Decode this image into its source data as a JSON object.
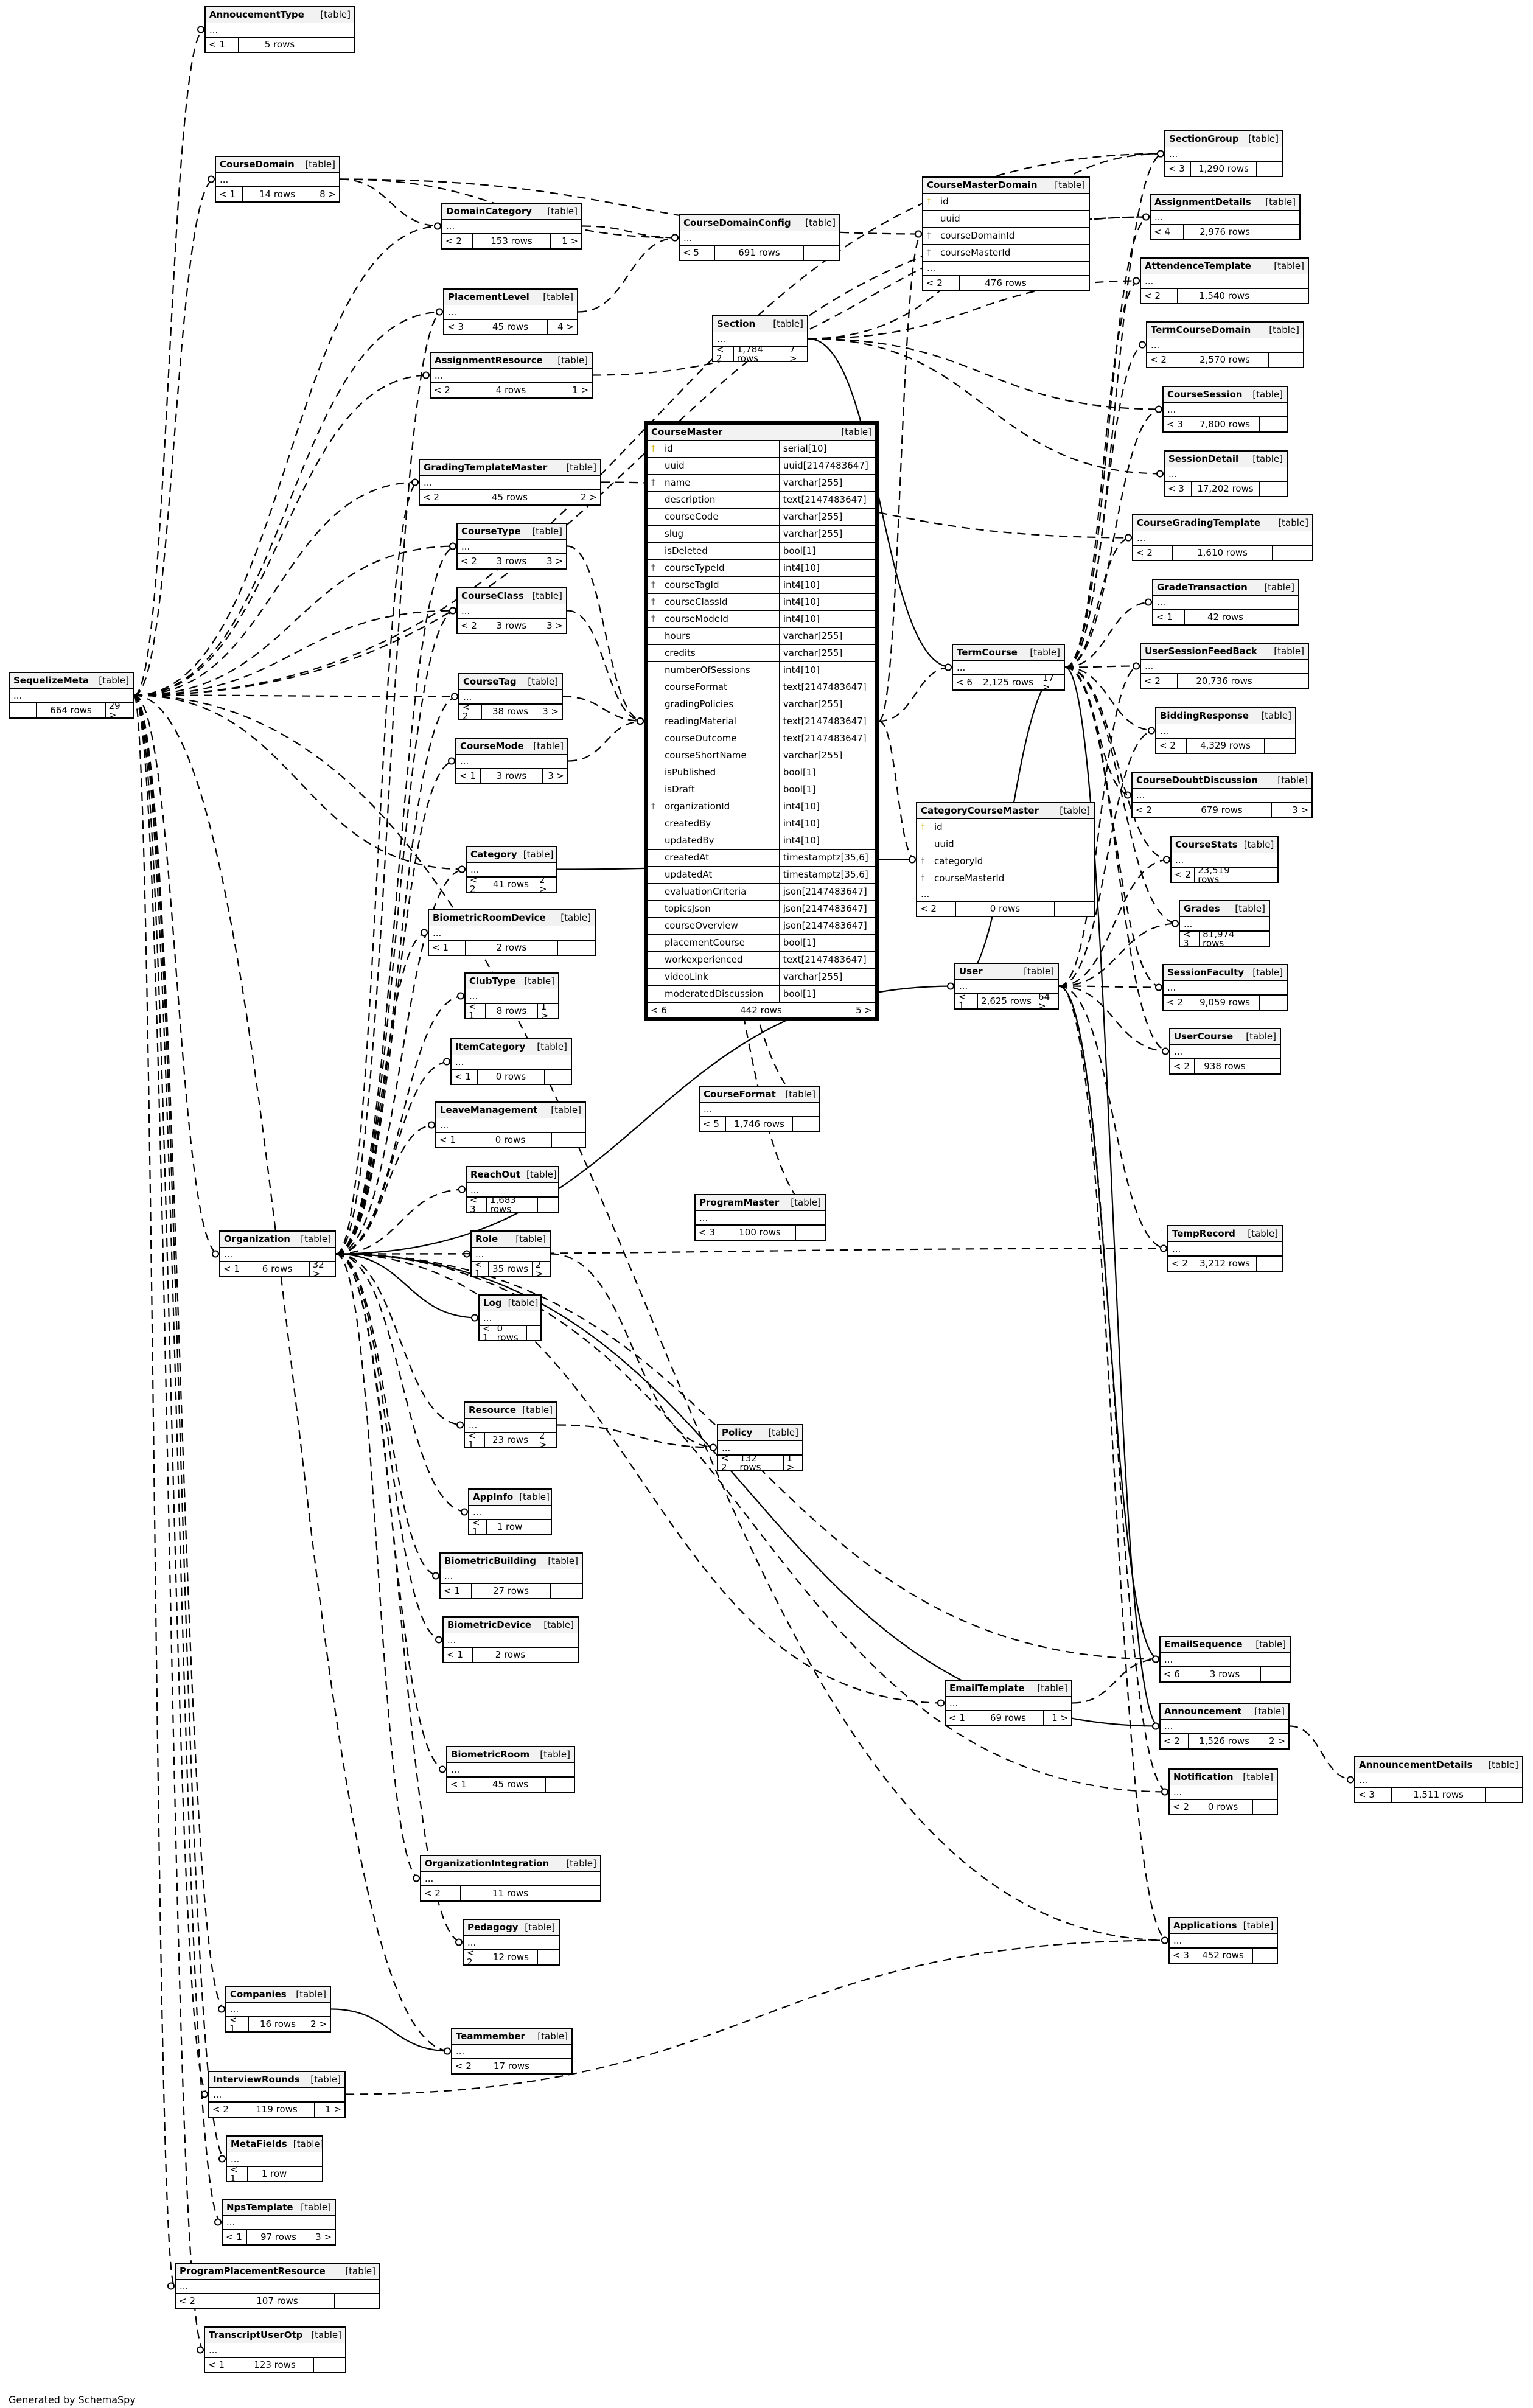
{
  "footer": "Generated by SchemaSpy",
  "table_tag": "[table]",
  "ellipsis": "...",
  "tables": [
    {
      "id": "AnnoucementType",
      "name": "AnnoucementType",
      "parents": "< 1",
      "rows": "5 rows",
      "children": ""
    },
    {
      "id": "CourseDomain",
      "name": "CourseDomain",
      "parents": "< 1",
      "rows": "14 rows",
      "children": "8 >"
    },
    {
      "id": "DomainCategory",
      "name": "DomainCategory",
      "parents": "< 2",
      "rows": "153 rows",
      "children": "1 >"
    },
    {
      "id": "CourseDomainConfig",
      "name": "CourseDomainConfig",
      "parents": "< 5",
      "rows": "691 rows",
      "children": ""
    },
    {
      "id": "PlacementLevel",
      "name": "PlacementLevel",
      "parents": "< 3",
      "rows": "45 rows",
      "children": "4 >"
    },
    {
      "id": "AssignmentResource",
      "name": "AssignmentResource",
      "parents": "< 2",
      "rows": "4 rows",
      "children": "1 >"
    },
    {
      "id": "Section",
      "name": "Section",
      "parents": "< 2",
      "rows": "1,784 rows",
      "children": "7 >"
    },
    {
      "id": "GradingTemplateMaster",
      "name": "GradingTemplateMaster",
      "parents": "< 2",
      "rows": "45 rows",
      "children": "2 >"
    },
    {
      "id": "CourseType",
      "name": "CourseType",
      "parents": "< 2",
      "rows": "3 rows",
      "children": "3 >"
    },
    {
      "id": "CourseClass",
      "name": "CourseClass",
      "parents": "< 2",
      "rows": "3 rows",
      "children": "3 >"
    },
    {
      "id": "CourseTag",
      "name": "CourseTag",
      "parents": "< 2",
      "rows": "38 rows",
      "children": "3 >"
    },
    {
      "id": "CourseMode",
      "name": "CourseMode",
      "parents": "< 1",
      "rows": "3 rows",
      "children": "3 >"
    },
    {
      "id": "Category",
      "name": "Category",
      "parents": "< 2",
      "rows": "41 rows",
      "children": "2 >"
    },
    {
      "id": "BiometricRoomDevice",
      "name": "BiometricRoomDevice",
      "parents": "< 1",
      "rows": "2 rows",
      "children": ""
    },
    {
      "id": "ClubType",
      "name": "ClubType",
      "parents": "< 1",
      "rows": "8 rows",
      "children": "1 >"
    },
    {
      "id": "ItemCategory",
      "name": "ItemCategory",
      "parents": "< 1",
      "rows": "0 rows",
      "children": ""
    },
    {
      "id": "LeaveManagement",
      "name": "LeaveManagement",
      "parents": "< 1",
      "rows": "0 rows",
      "children": ""
    },
    {
      "id": "ReachOut",
      "name": "ReachOut",
      "parents": "< 3",
      "rows": "1,683 rows",
      "children": ""
    },
    {
      "id": "Role",
      "name": "Role",
      "parents": "< 1",
      "rows": "35 rows",
      "children": "2 >"
    },
    {
      "id": "Log",
      "name": "Log",
      "parents": "< 1",
      "rows": "0 rows",
      "children": ""
    },
    {
      "id": "Organization",
      "name": "Organization",
      "parents": "< 1",
      "rows": "6 rows",
      "children": "32 >"
    },
    {
      "id": "SequelizeMeta",
      "name": "SequelizeMeta",
      "parents": "",
      "rows": "664 rows",
      "children": "29 >"
    },
    {
      "id": "Resource",
      "name": "Resource",
      "parents": "< 1",
      "rows": "23 rows",
      "children": "2 >"
    },
    {
      "id": "Policy",
      "name": "Policy",
      "parents": "< 2",
      "rows": "132 rows",
      "children": "1 >"
    },
    {
      "id": "AppInfo",
      "name": "AppInfo",
      "parents": "< 1",
      "rows": "1 row",
      "children": ""
    },
    {
      "id": "BiometricBuilding",
      "name": "BiometricBuilding",
      "parents": "< 1",
      "rows": "27 rows",
      "children": ""
    },
    {
      "id": "BiometricDevice",
      "name": "BiometricDevice",
      "parents": "< 1",
      "rows": "2 rows",
      "children": ""
    },
    {
      "id": "BiometricRoom",
      "name": "BiometricRoom",
      "parents": "< 1",
      "rows": "45 rows",
      "children": ""
    },
    {
      "id": "OrganizationIntegration",
      "name": "OrganizationIntegration",
      "parents": "< 2",
      "rows": "11 rows",
      "children": ""
    },
    {
      "id": "Pedagogy",
      "name": "Pedagogy",
      "parents": "< 2",
      "rows": "12 rows",
      "children": ""
    },
    {
      "id": "Companies",
      "name": "Companies",
      "parents": "< 1",
      "rows": "16 rows",
      "children": "2 >"
    },
    {
      "id": "Teammember",
      "name": "Teammember",
      "parents": "< 2",
      "rows": "17 rows",
      "children": ""
    },
    {
      "id": "InterviewRounds",
      "name": "InterviewRounds",
      "parents": "< 2",
      "rows": "119 rows",
      "children": "1 >"
    },
    {
      "id": "MetaFields",
      "name": "MetaFields",
      "parents": "< 1",
      "rows": "1 row",
      "children": ""
    },
    {
      "id": "NpsTemplate",
      "name": "NpsTemplate",
      "parents": "< 1",
      "rows": "97 rows",
      "children": "3 >"
    },
    {
      "id": "ProgramPlacementResource",
      "name": "ProgramPlacementResource",
      "parents": "< 2",
      "rows": "107 rows",
      "children": ""
    },
    {
      "id": "TranscriptUserOtp",
      "name": "TranscriptUserOtp",
      "parents": "< 1",
      "rows": "123 rows",
      "children": ""
    },
    {
      "id": "CourseFormat",
      "name": "CourseFormat",
      "parents": "< 5",
      "rows": "1,746 rows",
      "children": ""
    },
    {
      "id": "ProgramMaster",
      "name": "ProgramMaster",
      "parents": "< 3",
      "rows": "100 rows",
      "children": ""
    },
    {
      "id": "EmailTemplate",
      "name": "EmailTemplate",
      "parents": "< 1",
      "rows": "69 rows",
      "children": "1 >"
    },
    {
      "id": "User",
      "name": "User",
      "parents": "< 1",
      "rows": "2,625 rows",
      "children": "64 >"
    },
    {
      "id": "TermCourse",
      "name": "TermCourse",
      "parents": "< 6",
      "rows": "2,125 rows",
      "children": "17 >"
    },
    {
      "id": "SectionGroup",
      "name": "SectionGroup",
      "parents": "< 3",
      "rows": "1,290 rows",
      "children": ""
    },
    {
      "id": "AssignmentDetails",
      "name": "AssignmentDetails",
      "parents": "< 4",
      "rows": "2,976 rows",
      "children": ""
    },
    {
      "id": "AttendenceTemplate",
      "name": "AttendenceTemplate",
      "parents": "< 2",
      "rows": "1,540 rows",
      "children": ""
    },
    {
      "id": "TermCourseDomain",
      "name": "TermCourseDomain",
      "parents": "< 2",
      "rows": "2,570 rows",
      "children": ""
    },
    {
      "id": "CourseSession",
      "name": "CourseSession",
      "parents": "< 3",
      "rows": "7,800 rows",
      "children": ""
    },
    {
      "id": "SessionDetail",
      "name": "SessionDetail",
      "parents": "< 3",
      "rows": "17,202 rows",
      "children": ""
    },
    {
      "id": "CourseGradingTemplate",
      "name": "CourseGradingTemplate",
      "parents": "< 2",
      "rows": "1,610 rows",
      "children": ""
    },
    {
      "id": "GradeTransaction",
      "name": "GradeTransaction",
      "parents": "< 1",
      "rows": "42 rows",
      "children": ""
    },
    {
      "id": "UserSessionFeedBack",
      "name": "UserSessionFeedBack",
      "parents": "< 2",
      "rows": "20,736 rows",
      "children": ""
    },
    {
      "id": "BiddingResponse",
      "name": "BiddingResponse",
      "parents": "< 2",
      "rows": "4,329 rows",
      "children": ""
    },
    {
      "id": "CourseDoubtDiscussion",
      "name": "CourseDoubtDiscussion",
      "parents": "< 2",
      "rows": "679 rows",
      "children": "3 >"
    },
    {
      "id": "CourseStats",
      "name": "CourseStats",
      "parents": "< 2",
      "rows": "23,519 rows",
      "children": ""
    },
    {
      "id": "Grades",
      "name": "Grades",
      "parents": "< 3",
      "rows": "81,974 rows",
      "children": ""
    },
    {
      "id": "SessionFaculty",
      "name": "SessionFaculty",
      "parents": "< 2",
      "rows": "9,059 rows",
      "children": ""
    },
    {
      "id": "UserCourse",
      "name": "UserCourse",
      "parents": "< 2",
      "rows": "938 rows",
      "children": ""
    },
    {
      "id": "TempRecord",
      "name": "TempRecord",
      "parents": "< 2",
      "rows": "3,212 rows",
      "children": ""
    },
    {
      "id": "EmailSequence",
      "name": "EmailSequence",
      "parents": "< 6",
      "rows": "3 rows",
      "children": ""
    },
    {
      "id": "Announcement",
      "name": "Announcement",
      "parents": "< 2",
      "rows": "1,526 rows",
      "children": "2 >"
    },
    {
      "id": "AnnouncementDetails",
      "name": "AnnouncementDetails",
      "parents": "< 3",
      "rows": "1,511 rows",
      "children": ""
    },
    {
      "id": "Notification",
      "name": "Notification",
      "parents": "< 2",
      "rows": "0 rows",
      "children": ""
    },
    {
      "id": "Applications",
      "name": "Applications",
      "parents": "< 3",
      "rows": "452 rows",
      "children": ""
    }
  ],
  "course_master": {
    "name": "CourseMaster",
    "parents": "< 6",
    "rows": "442 rows",
    "children": "5 >",
    "columns": [
      {
        "name": "id",
        "type": "serial[10]",
        "mark": "pk"
      },
      {
        "name": "uuid",
        "type": "uuid[2147483647]",
        "mark": ""
      },
      {
        "name": "name",
        "type": "varchar[255]",
        "mark": "fk"
      },
      {
        "name": "description",
        "type": "text[2147483647]",
        "mark": ""
      },
      {
        "name": "courseCode",
        "type": "varchar[255]",
        "mark": ""
      },
      {
        "name": "slug",
        "type": "varchar[255]",
        "mark": ""
      },
      {
        "name": "isDeleted",
        "type": "bool[1]",
        "mark": ""
      },
      {
        "name": "courseTypeId",
        "type": "int4[10]",
        "mark": "fk"
      },
      {
        "name": "courseTagId",
        "type": "int4[10]",
        "mark": "fk"
      },
      {
        "name": "courseClassId",
        "type": "int4[10]",
        "mark": "fk"
      },
      {
        "name": "courseModeId",
        "type": "int4[10]",
        "mark": "fk"
      },
      {
        "name": "hours",
        "type": "varchar[255]",
        "mark": ""
      },
      {
        "name": "credits",
        "type": "varchar[255]",
        "mark": ""
      },
      {
        "name": "numberOfSessions",
        "type": "int4[10]",
        "mark": ""
      },
      {
        "name": "courseFormat",
        "type": "text[2147483647]",
        "mark": ""
      },
      {
        "name": "gradingPolicies",
        "type": "varchar[255]",
        "mark": ""
      },
      {
        "name": "readingMaterial",
        "type": "text[2147483647]",
        "mark": ""
      },
      {
        "name": "courseOutcome",
        "type": "text[2147483647]",
        "mark": ""
      },
      {
        "name": "courseShortName",
        "type": "varchar[255]",
        "mark": ""
      },
      {
        "name": "isPublished",
        "type": "bool[1]",
        "mark": ""
      },
      {
        "name": "isDraft",
        "type": "bool[1]",
        "mark": ""
      },
      {
        "name": "organizationId",
        "type": "int4[10]",
        "mark": "fk"
      },
      {
        "name": "createdBy",
        "type": "int4[10]",
        "mark": ""
      },
      {
        "name": "updatedBy",
        "type": "int4[10]",
        "mark": ""
      },
      {
        "name": "createdAt",
        "type": "timestamptz[35,6]",
        "mark": ""
      },
      {
        "name": "updatedAt",
        "type": "timestamptz[35,6]",
        "mark": ""
      },
      {
        "name": "evaluationCriteria",
        "type": "json[2147483647]",
        "mark": ""
      },
      {
        "name": "topicsJson",
        "type": "json[2147483647]",
        "mark": ""
      },
      {
        "name": "courseOverview",
        "type": "json[2147483647]",
        "mark": ""
      },
      {
        "name": "placementCourse",
        "type": "bool[1]",
        "mark": ""
      },
      {
        "name": "workexperienced",
        "type": "text[2147483647]",
        "mark": ""
      },
      {
        "name": "videoLink",
        "type": "varchar[255]",
        "mark": ""
      },
      {
        "name": "moderatedDiscussion",
        "type": "bool[1]",
        "mark": ""
      }
    ]
  },
  "course_master_domain": {
    "name": "CourseMasterDomain",
    "parents": "< 2",
    "rows": "476 rows",
    "children": "",
    "columns": [
      {
        "name": "id",
        "mark": "pk"
      },
      {
        "name": "uuid",
        "mark": ""
      },
      {
        "name": "courseDomainId",
        "mark": "fk"
      },
      {
        "name": "courseMasterId",
        "mark": "fk"
      }
    ]
  },
  "category_course_master": {
    "name": "CategoryCourseMaster",
    "parents": "< 2",
    "rows": "0 rows",
    "children": "",
    "columns": [
      {
        "name": "id",
        "mark": "pk"
      },
      {
        "name": "uuid",
        "mark": ""
      },
      {
        "name": "categoryId",
        "mark": "fk"
      },
      {
        "name": "courseMasterId",
        "mark": "fk"
      }
    ]
  },
  "icons": {
    "pk": "key-icon",
    "fk": "foreign-key-icon"
  }
}
